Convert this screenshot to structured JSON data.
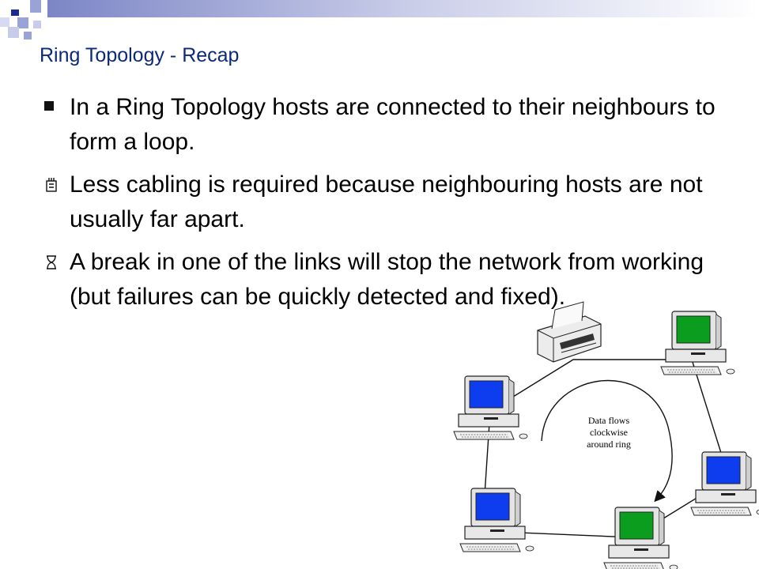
{
  "slide": {
    "title": "Ring Topology - Recap",
    "bullets": [
      {
        "icon": "square-bullet-icon",
        "text": "In a Ring Topology hosts are connected to their neighbours to form a loop."
      },
      {
        "icon": "pro-icon",
        "text": "Less cabling is required because neighbouring hosts are not usually far apart."
      },
      {
        "icon": "con-icon",
        "text": "A break in one of the links will stop the network from working (but failures can be quickly detected and fixed)."
      }
    ]
  },
  "diagram": {
    "annotation": [
      "Data flows",
      "clockwise",
      "around ring"
    ]
  },
  "colors": {
    "title": "#0d2a78",
    "deco_dark": "#1c2c8c",
    "deco_light": "#9aa3d6",
    "screen_blue": "#0e3df0",
    "screen_green": "#0b9e1e"
  }
}
